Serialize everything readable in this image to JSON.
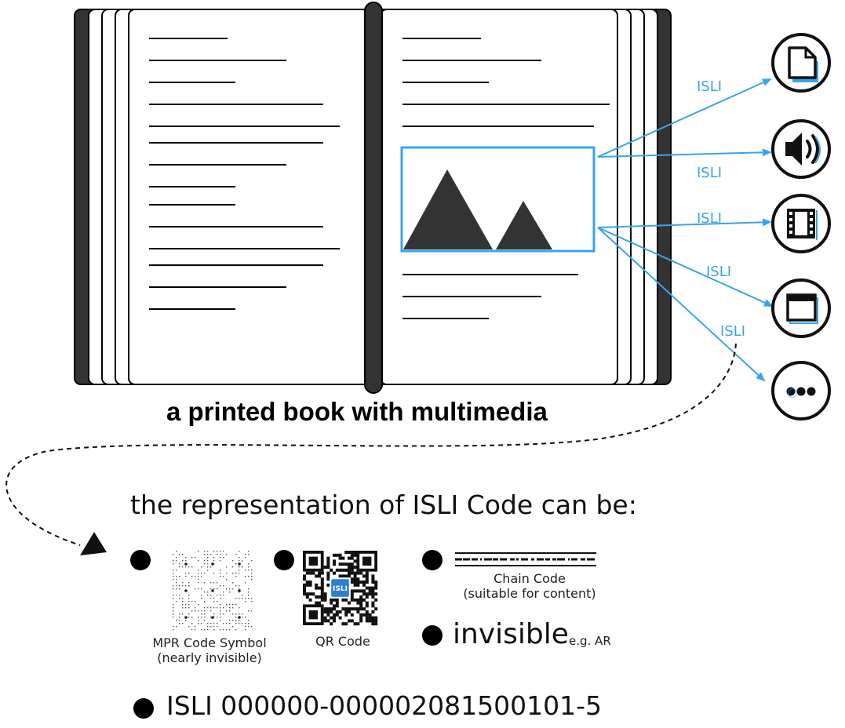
{
  "diagram": {
    "caption": "a printed book with multimedia",
    "link_label": "ISLI",
    "link_count": 5,
    "resources": [
      {
        "icon": "document-icon"
      },
      {
        "icon": "speaker-icon"
      },
      {
        "icon": "film-icon"
      },
      {
        "icon": "window-icon"
      },
      {
        "icon": "more-icon"
      }
    ],
    "intro": "the representation of ISLI Code can be:",
    "representations": {
      "mpr": {
        "line1": "MPR Code Symbol",
        "line2": "(nearly invisible)"
      },
      "qr": {
        "label": "QR Code",
        "logo": "ISLI"
      },
      "chain": {
        "line1": "Chain Code",
        "line2": "(suitable for content)"
      },
      "invisible": {
        "label": "invisible",
        "example": "e.g. AR"
      }
    },
    "isli_code": "ISLI 000000-000002081500101-5",
    "colors": {
      "link": "#3aa3ea",
      "ink": "#000000",
      "page_fill": "#ffffff",
      "cover": "#333333"
    }
  }
}
